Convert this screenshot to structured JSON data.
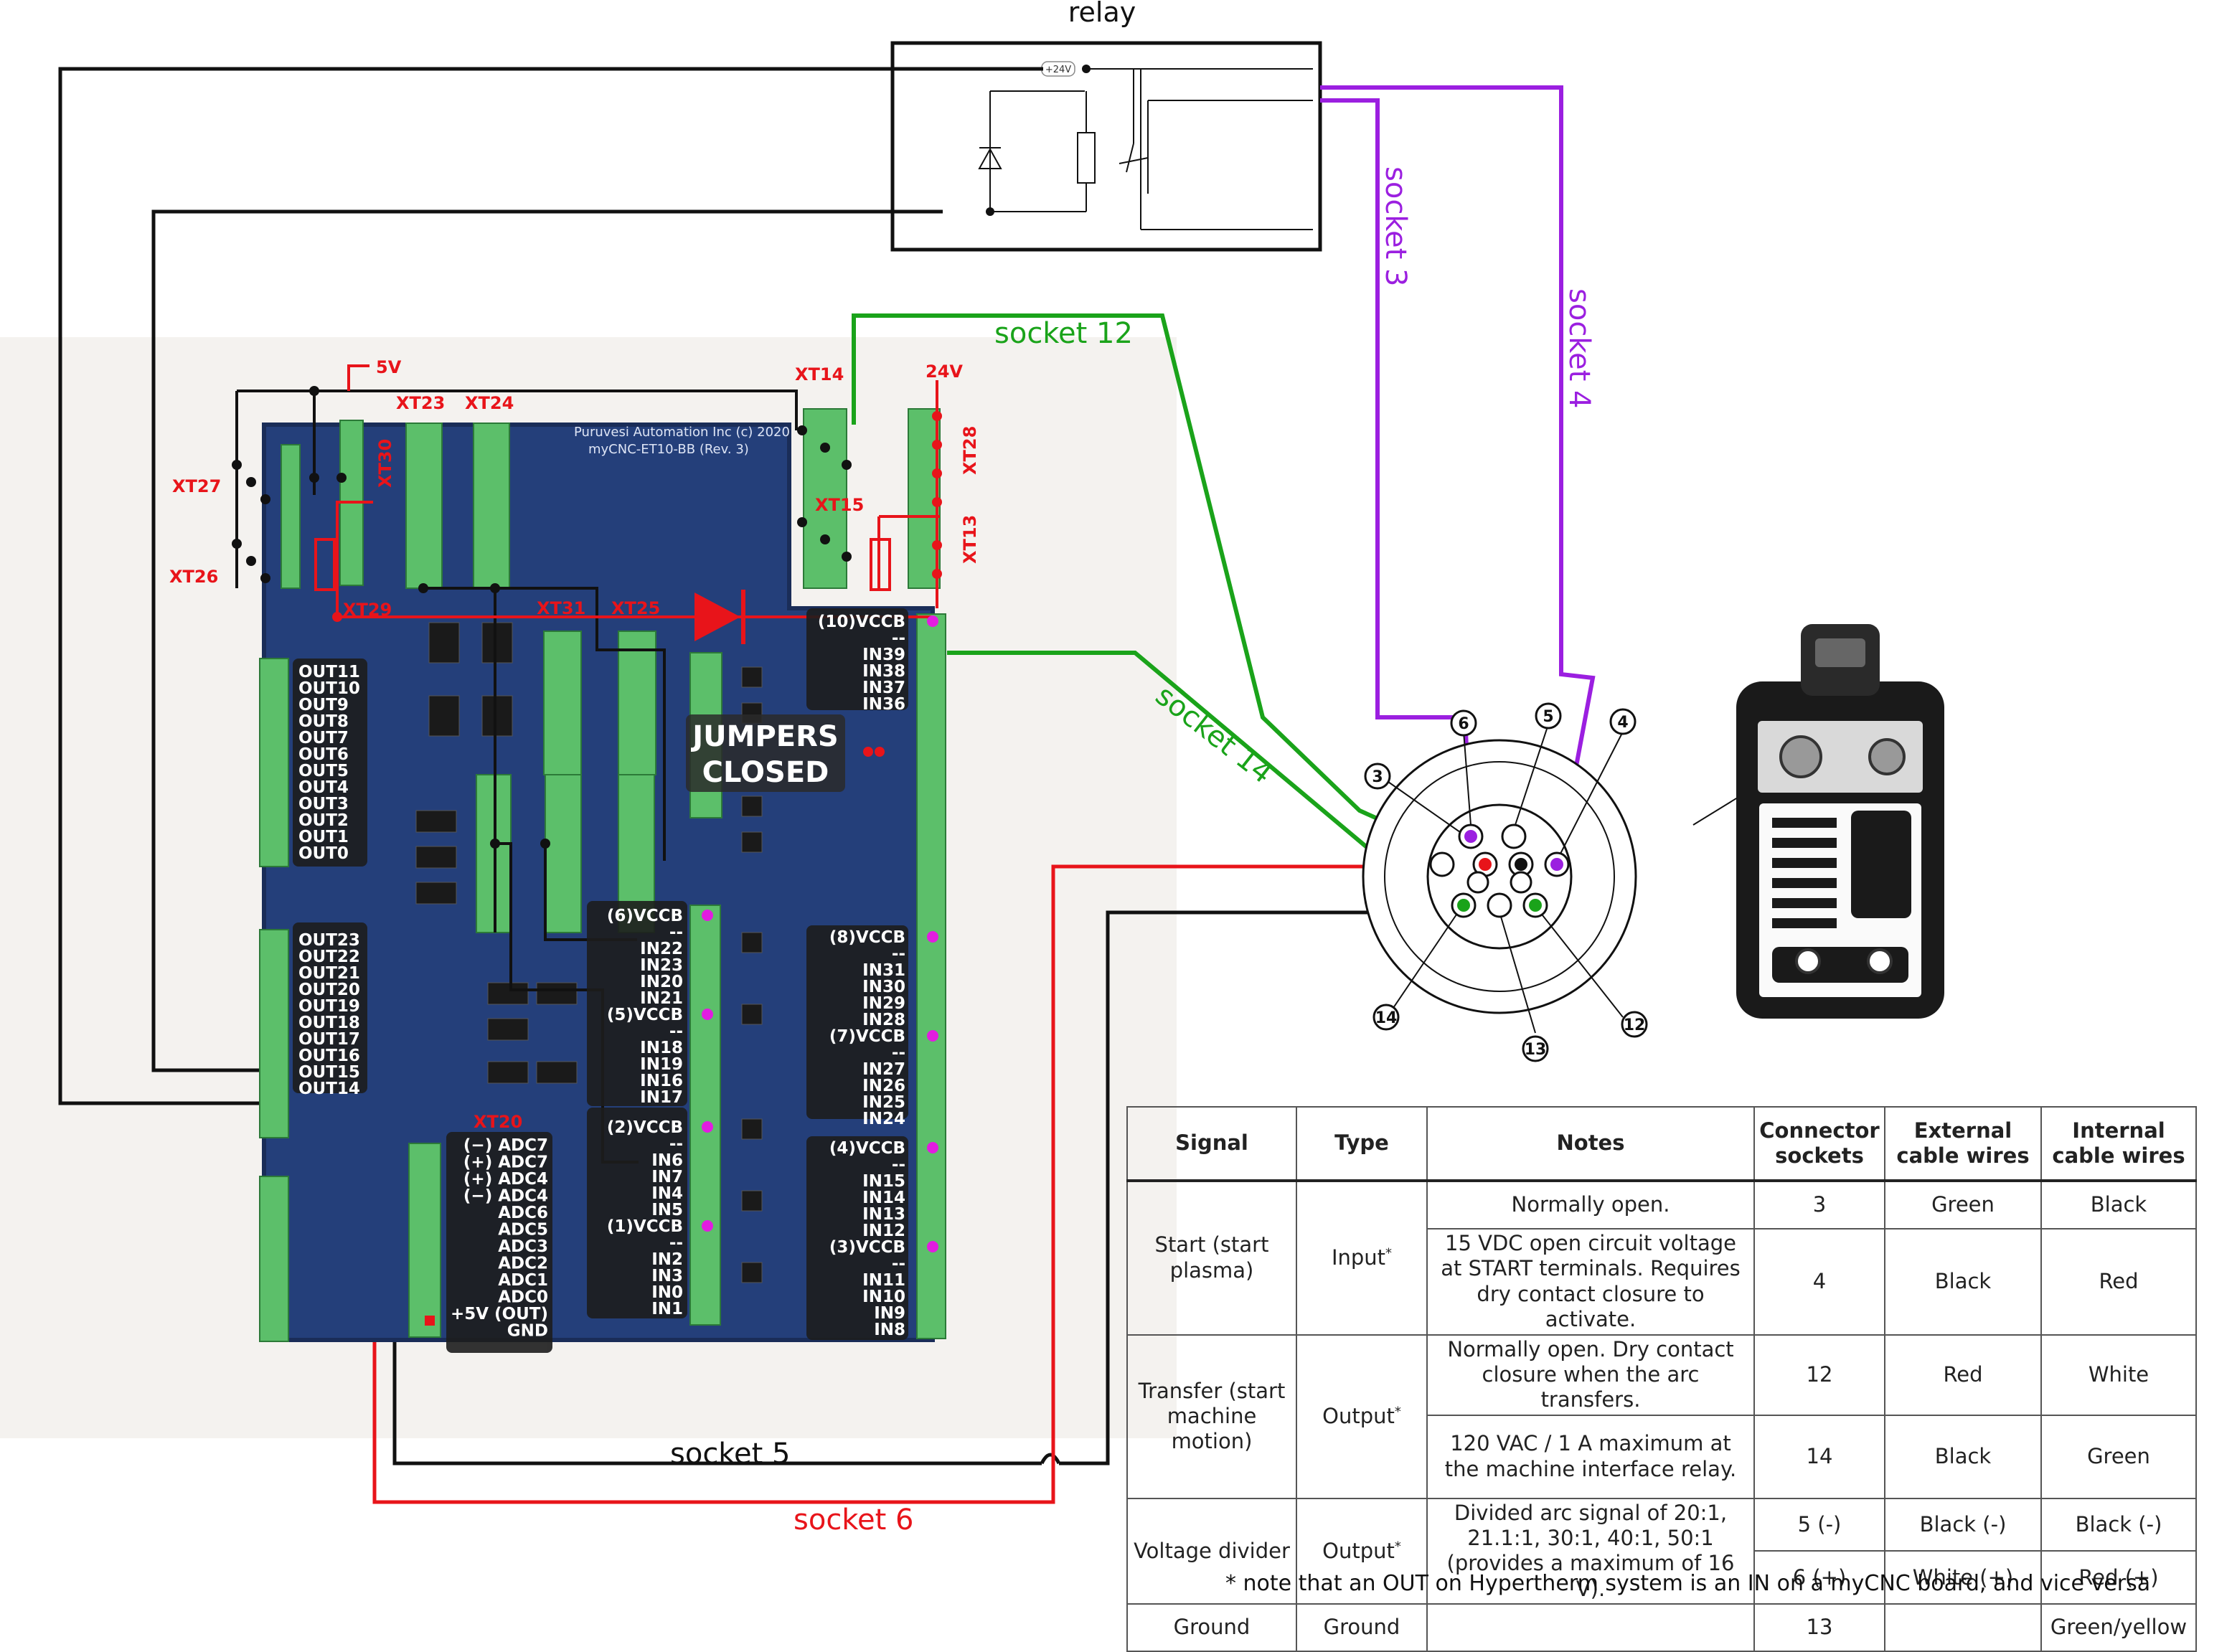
{
  "relay": {
    "title": "relay",
    "supply_label": "+24V"
  },
  "wire_labels": {
    "socket3": "socket 3",
    "socket4": "socket 4",
    "socket12": "socket 12",
    "socket14": "socket 14",
    "socket5": "socket 5",
    "socket6": "socket 6"
  },
  "board": {
    "name_line1": "Puruvesi Automation Inc  (c) 2020",
    "name_line2": "myCNC-ET10-BB (Rev. 3)",
    "power_labels": {
      "v5": "5V",
      "v24": "24V"
    },
    "jumper_note_line1": "JUMPERS",
    "jumper_note_line2": "CLOSED",
    "connectors": {
      "xt23": "XT23",
      "xt24": "XT24",
      "xt30": "XT30",
      "xt27": "XT27",
      "xt26": "XT26",
      "xt29": "XT29",
      "xt31": "XT31",
      "xt25": "XT25",
      "xt14": "XT14",
      "xt15": "XT15",
      "xt28": "XT28",
      "xt13": "XT13",
      "xt20": "XT20"
    },
    "out_group_a": [
      "OUT11",
      "OUT10",
      "OUT9",
      "OUT8",
      "OUT7",
      "OUT6",
      "OUT5",
      "OUT4",
      "OUT3",
      "OUT2",
      "OUT1",
      "OUT0"
    ],
    "out_group_b": [
      "OUT23",
      "OUT22",
      "OUT21",
      "OUT20",
      "OUT19",
      "OUT18",
      "OUT17",
      "OUT16",
      "OUT15",
      "OUT14"
    ],
    "in_group_1": [
      "(6)VCCB",
      "--",
      "IN22",
      "IN23",
      "IN20",
      "IN21",
      "(5)VCCB",
      "--",
      "IN18",
      "IN19",
      "IN16",
      "IN17"
    ],
    "in_group_2": [
      "(2)VCCB",
      "--",
      "IN6",
      "IN7",
      "IN4",
      "IN5",
      "(1)VCCB",
      "--",
      "IN2",
      "IN3",
      "IN0",
      "IN1"
    ],
    "in_group_3": [
      "(10)VCCB",
      "--",
      "IN39",
      "IN38",
      "IN37",
      "IN36"
    ],
    "in_group_4": [
      "(8)VCCB",
      "--",
      "IN31",
      "IN30",
      "IN29",
      "IN28",
      "(7)VCCB",
      "--",
      "IN27",
      "IN26",
      "IN25",
      "IN24"
    ],
    "in_group_5": [
      "(4)VCCB",
      "--",
      "IN15",
      "IN14",
      "IN13",
      "IN12",
      "(3)VCCB",
      "--",
      "IN11",
      "IN10",
      "IN9",
      "IN8"
    ],
    "adc_group": [
      "(−) ADC7",
      "(+) ADC7",
      "(+) ADC4",
      "(−) ADC4",
      "ADC6",
      "ADC5",
      "ADC3",
      "ADC2",
      "ADC1",
      "ADC0",
      "+5V (OUT)",
      "GND"
    ]
  },
  "connector_pins": [
    "6",
    "5",
    "4",
    "3",
    "14",
    "13",
    "12"
  ],
  "table": {
    "headers": [
      "Signal",
      "Type",
      "Notes",
      "Connector sockets",
      "External cable wires",
      "Internal cable wires"
    ],
    "rows": [
      {
        "signal": "Start (start plasma)",
        "type": "Input",
        "type_mark": "*",
        "notes": [
          "Normally open.",
          "15 VDC open circuit voltage at START terminals. Requires dry contact closure to activate."
        ],
        "sockets": [
          "3",
          "4"
        ],
        "external": [
          "Green",
          "Black"
        ],
        "internal": [
          "Black",
          "Red"
        ]
      },
      {
        "signal": "Transfer (start machine motion)",
        "type": "Output",
        "type_mark": "*",
        "notes": [
          "Normally open. Dry contact closure when the arc transfers.",
          "120 VAC / 1 A maximum at the machine interface relay."
        ],
        "sockets": [
          "12",
          "14"
        ],
        "external": [
          "Red",
          "Black"
        ],
        "internal": [
          "White",
          "Green"
        ]
      },
      {
        "signal": "Voltage divider",
        "type": "Output",
        "type_mark": "*",
        "notes": [
          "Divided arc signal of 20:1, 21.1:1, 30:1, 40:1, 50:1 (provides a maximum of 16 V)."
        ],
        "sockets": [
          "5 (-)",
          "6 (+)"
        ],
        "external": [
          "Black (-)",
          "White (+)"
        ],
        "internal": [
          "Black (-)",
          "Red (+)"
        ]
      },
      {
        "signal": "Ground",
        "type": "Ground",
        "type_mark": "",
        "notes": [
          ""
        ],
        "sockets": [
          "13"
        ],
        "external": [
          ""
        ],
        "internal": [
          "Green/yellow"
        ]
      }
    ]
  },
  "footnote": "* note that an OUT on Hypertherm system is an IN on a myCNC board, and vice versa",
  "colors": {
    "wire_black": "#111111",
    "wire_red": "#e8141a",
    "wire_green": "#1aa31a",
    "wire_purple": "#9b1fe0",
    "board_blue": "#243f7a",
    "terminal_green": "#5cbf6a",
    "pin_magenta": "#e21ce0"
  }
}
